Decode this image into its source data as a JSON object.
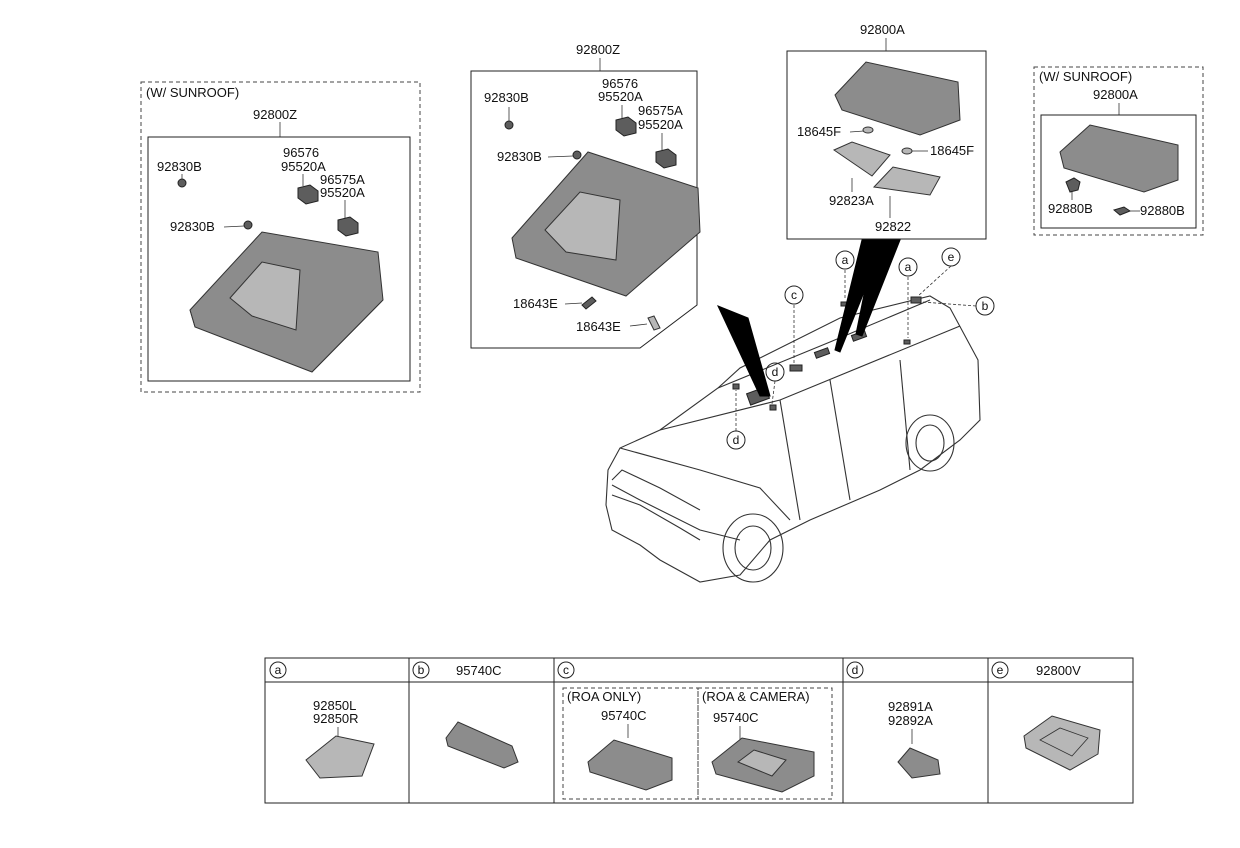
{
  "left_panel": {
    "variant": "(W/ SUNROOF)",
    "assembly": "92800Z",
    "labels": [
      "92830B",
      "96576",
      "95520A",
      "96575A",
      "95520A",
      "92830B"
    ]
  },
  "center_panel": {
    "assembly": "92800Z",
    "labels": [
      "92830B",
      "96576",
      "95520A",
      "96575A",
      "95520A",
      "92830B",
      "18643E",
      "18643E"
    ]
  },
  "upper_right_panel": {
    "assembly": "92800A",
    "labels": [
      "18645F",
      "18645F",
      "92823A",
      "92822"
    ]
  },
  "far_right_panel": {
    "variant": "(W/ SUNROOF)",
    "assembly": "92800A",
    "labels": [
      "92880B",
      "92880B"
    ]
  },
  "callouts": [
    "a",
    "c",
    "a",
    "e",
    "b",
    "d",
    "d"
  ],
  "legend": {
    "a": {
      "letter": "a",
      "header": "",
      "parts": [
        "92850L",
        "92850R"
      ]
    },
    "b": {
      "letter": "b",
      "header": "95740C"
    },
    "c": {
      "letter": "c",
      "header": "",
      "sub1": {
        "title": "(ROA ONLY)",
        "part": "95740C"
      },
      "sub2": {
        "title": "(ROA & CAMERA)",
        "part": "95740C"
      }
    },
    "d": {
      "letter": "d",
      "header": "",
      "parts": [
        "92891A",
        "92892A"
      ]
    },
    "e": {
      "letter": "e",
      "header": "92800V"
    }
  }
}
